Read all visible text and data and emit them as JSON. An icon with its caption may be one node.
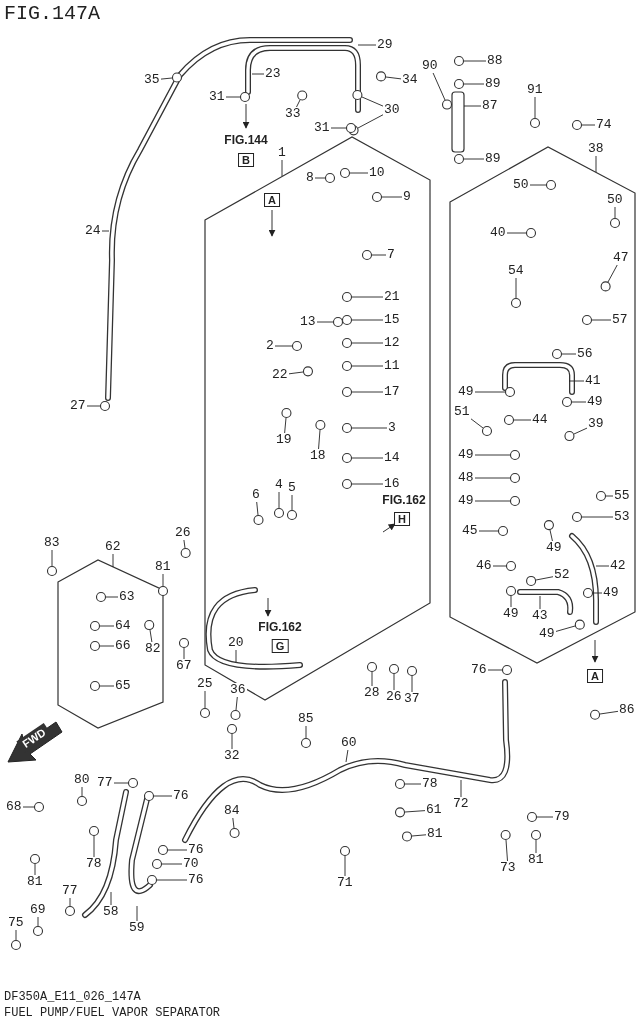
{
  "diagram": {
    "title": "FIG.147A",
    "caption": "FUEL PUMP/FUEL VAPOR SEPARATOR",
    "nodes": [
      {
        "text": [
          "29"
        ]
      },
      {
        "text": [
          "88"
        ]
      },
      {
        "text": [
          "90"
        ]
      },
      {
        "text": [
          "35"
        ]
      },
      {
        "text": [
          "23"
        ]
      },
      {
        "text": [
          "34"
        ]
      },
      {
        "text": [
          "89"
        ]
      },
      {
        "text": [
          "31"
        ]
      },
      {
        "text": [
          "30"
        ]
      },
      {
        "text": [
          "91"
        ]
      },
      {
        "text": [
          "87"
        ]
      },
      {
        "text": [
          "33"
        ]
      },
      {
        "text": [
          "31"
        ]
      },
      {
        "text": [
          "74"
        ]
      },
      {
        "text": [
          "1"
        ]
      },
      {
        "text": [
          "38"
        ]
      },
      {
        "text": [
          "89"
        ]
      },
      {
        "text": [
          "8"
        ]
      },
      {
        "text": [
          "10"
        ]
      },
      {
        "text": [
          "50"
        ]
      },
      {
        "text": [
          "9"
        ]
      },
      {
        "text": [
          "50"
        ]
      },
      {
        "text": [
          "24"
        ]
      },
      {
        "text": [
          "40"
        ]
      },
      {
        "text": [
          "7"
        ]
      },
      {
        "text": [
          "47"
        ]
      },
      {
        "text": [
          "54"
        ]
      },
      {
        "text": [
          "21"
        ]
      },
      {
        "text": [
          "57"
        ]
      },
      {
        "text": [
          "15"
        ]
      },
      {
        "text": [
          "13"
        ]
      },
      {
        "text": [
          "12"
        ]
      },
      {
        "text": [
          "2"
        ]
      },
      {
        "text": [
          "56"
        ]
      },
      {
        "text": [
          "11"
        ]
      },
      {
        "text": [
          "22"
        ]
      },
      {
        "text": [
          "17"
        ]
      },
      {
        "text": [
          "41"
        ]
      },
      {
        "text": [
          "49"
        ]
      },
      {
        "text": [
          "49"
        ]
      },
      {
        "text": [
          "27"
        ]
      },
      {
        "text": [
          "51"
        ]
      },
      {
        "text": [
          "44"
        ]
      },
      {
        "text": [
          "39"
        ]
      },
      {
        "text": [
          "3"
        ]
      },
      {
        "text": [
          "19"
        ]
      },
      {
        "text": [
          "18"
        ]
      },
      {
        "text": [
          "49"
        ]
      },
      {
        "text": [
          "14"
        ]
      },
      {
        "text": [
          "48"
        ]
      },
      {
        "text": [
          "16"
        ]
      },
      {
        "text": [
          "4"
        ]
      },
      {
        "text": [
          "5"
        ]
      },
      {
        "text": [
          "6"
        ]
      },
      {
        "text": [
          "49"
        ]
      },
      {
        "text": [
          "55"
        ]
      },
      {
        "text": [
          "53"
        ]
      },
      {
        "text": [
          "45"
        ]
      },
      {
        "text": [
          "26"
        ]
      },
      {
        "text": [
          "83"
        ]
      },
      {
        "text": [
          "62"
        ]
      },
      {
        "text": [
          "49"
        ]
      },
      {
        "text": [
          "46"
        ]
      },
      {
        "text": [
          "81"
        ]
      },
      {
        "text": [
          "42"
        ]
      },
      {
        "text": [
          "52"
        ]
      },
      {
        "text": [
          "49"
        ]
      },
      {
        "text": [
          "63"
        ]
      },
      {
        "text": [
          "49"
        ]
      },
      {
        "text": [
          "43"
        ]
      },
      {
        "text": [
          "64"
        ]
      },
      {
        "text": [
          "49"
        ]
      },
      {
        "text": [
          "20"
        ]
      },
      {
        "text": [
          "66"
        ]
      },
      {
        "text": [
          "82"
        ]
      },
      {
        "text": [
          "67"
        ]
      },
      {
        "text": [
          "76"
        ]
      },
      {
        "text": [
          "65"
        ]
      },
      {
        "text": [
          "25"
        ]
      },
      {
        "text": [
          "28"
        ]
      },
      {
        "text": [
          "36"
        ]
      },
      {
        "text": [
          "26"
        ]
      },
      {
        "text": [
          "86"
        ]
      },
      {
        "text": [
          "37"
        ]
      },
      {
        "text": [
          "85"
        ]
      },
      {
        "text": [
          "60"
        ]
      },
      {
        "text": [
          "32"
        ]
      },
      {
        "text": [
          "80"
        ]
      },
      {
        "text": [
          "77"
        ]
      },
      {
        "text": [
          "78"
        ]
      },
      {
        "text": [
          "76"
        ]
      },
      {
        "text": [
          "72"
        ]
      },
      {
        "text": [
          "61"
        ]
      },
      {
        "text": [
          "68"
        ]
      },
      {
        "text": [
          "84"
        ]
      },
      {
        "text": [
          "79"
        ]
      },
      {
        "text": [
          "81"
        ]
      },
      {
        "text": [
          "76"
        ]
      },
      {
        "text": [
          "81"
        ]
      },
      {
        "text": [
          "78"
        ]
      },
      {
        "text": [
          "70"
        ]
      },
      {
        "text": [
          "73"
        ]
      },
      {
        "text": [
          "76"
        ]
      },
      {
        "text": [
          "81"
        ]
      },
      {
        "text": [
          "71"
        ]
      },
      {
        "text": [
          "77"
        ]
      },
      {
        "text": [
          "58"
        ]
      },
      {
        "text": [
          "69"
        ]
      },
      {
        "text": [
          "59"
        ]
      },
      {
        "text": [
          "75"
        ]
      }
    ],
    "edges": [
      {
        "from": 0,
        "to": null,
        "arrow": "none"
      },
      {
        "from": 1,
        "to": null,
        "arrow": "none"
      },
      {
        "from": 2,
        "to": null,
        "arrow": "none"
      },
      {
        "from": 3,
        "to": null,
        "arrow": "none"
      },
      {
        "from": 4,
        "to": null,
        "arrow": "none"
      },
      {
        "from": 5,
        "to": null,
        "arrow": "none"
      },
      {
        "from": 6,
        "to": null,
        "arrow": "none"
      },
      {
        "from": 7,
        "to": null,
        "arrow": "none"
      },
      {
        "from": 8,
        "to": null,
        "arrow": "none"
      },
      {
        "from": 8,
        "to": null,
        "arrow": "none"
      },
      {
        "from": 9,
        "to": null,
        "arrow": "none"
      },
      {
        "from": 10,
        "to": null,
        "arrow": "none"
      },
      {
        "from": 11,
        "to": null,
        "arrow": "none"
      },
      {
        "from": 12,
        "to": null,
        "arrow": "none"
      },
      {
        "from": 13,
        "to": null,
        "arrow": "none"
      },
      {
        "from": 14,
        "to": null,
        "arrow": "none"
      },
      {
        "from": 15,
        "to": null,
        "arrow": "none"
      },
      {
        "from": 16,
        "to": null,
        "arrow": "none"
      },
      {
        "from": 17,
        "to": null,
        "arrow": "none"
      },
      {
        "from": 18,
        "to": null,
        "arrow": "none"
      },
      {
        "from": 19,
        "to": null,
        "arrow": "none"
      },
      {
        "from": 20,
        "to": null,
        "arrow": "none"
      },
      {
        "from": 21,
        "to": null,
        "arrow": "none"
      },
      {
        "from": 22,
        "to": null,
        "arrow": "none"
      },
      {
        "from": 23,
        "to": null,
        "arrow": "none"
      },
      {
        "from": 24,
        "to": null,
        "arrow": "none"
      },
      {
        "from": 25,
        "to": null,
        "arrow": "none"
      },
      {
        "from": 26,
        "to": null,
        "arrow": "none"
      },
      {
        "from": 27,
        "to": null,
        "arrow": "none"
      },
      {
        "from": 28,
        "to": null,
        "arrow": "none"
      },
      {
        "from": 29,
        "to": null,
        "arrow": "none"
      },
      {
        "from": 30,
        "to": null,
        "arrow": "none"
      },
      {
        "from": 31,
        "to": null,
        "arrow": "none"
      },
      {
        "from": 32,
        "to": null,
        "arrow": "none"
      },
      {
        "from": 33,
        "to": null,
        "arrow": "none"
      },
      {
        "from": 34,
        "to": null,
        "arrow": "none"
      },
      {
        "from": 35,
        "to": null,
        "arrow": "none"
      },
      {
        "from": 36,
        "to": null,
        "arrow": "none"
      },
      {
        "from": 37,
        "to": null,
        "arrow": "none"
      },
      {
        "from": 38,
        "to": null,
        "arrow": "none"
      },
      {
        "from": 39,
        "to": null,
        "arrow": "none"
      },
      {
        "from": 40,
        "to": null,
        "arrow": "none"
      },
      {
        "from": 41,
        "to": null,
        "arrow": "none"
      },
      {
        "from": 42,
        "to": null,
        "arrow": "none"
      },
      {
        "from": 43,
        "to": null,
        "arrow": "none"
      },
      {
        "from": 44,
        "to": null,
        "arrow": "none"
      },
      {
        "from": 45,
        "to": null,
        "arrow": "none"
      },
      {
        "from": 46,
        "to": null,
        "arrow": "none"
      },
      {
        "from": 47,
        "to": null,
        "arrow": "none"
      },
      {
        "from": 48,
        "to": null,
        "arrow": "none"
      },
      {
        "from": 49,
        "to": null,
        "arrow": "none"
      },
      {
        "from": 50,
        "to": null,
        "arrow": "none"
      },
      {
        "from": 51,
        "to": null,
        "arrow": "none"
      },
      {
        "from": 52,
        "to": null,
        "arrow": "none"
      },
      {
        "from": 53,
        "to": null,
        "arrow": "none"
      },
      {
        "from": 54,
        "to": null,
        "arrow": "none"
      },
      {
        "from": 55,
        "to": null,
        "arrow": "none"
      },
      {
        "from": 56,
        "to": null,
        "arrow": "none"
      },
      {
        "from": 57,
        "to": null,
        "arrow": "none"
      },
      {
        "from": 58,
        "to": null,
        "arrow": "none"
      },
      {
        "from": 59,
        "to": null,
        "arrow": "none"
      },
      {
        "from": 60,
        "to": null,
        "arrow": "none"
      },
      {
        "from": 61,
        "to": null,
        "arrow": "none"
      },
      {
        "from": 62,
        "to": null,
        "arrow": "none"
      },
      {
        "from": 63,
        "to": null,
        "arrow": "none"
      },
      {
        "from": 64,
        "to": null,
        "arrow": "none"
      },
      {
        "from": 65,
        "to": null,
        "arrow": "none"
      },
      {
        "from": 66,
        "to": null,
        "arrow": "none"
      },
      {
        "from": 67,
        "to": null,
        "arrow": "none"
      },
      {
        "from": 68,
        "to": null,
        "arrow": "none"
      },
      {
        "from": 69,
        "to": null,
        "arrow": "none"
      },
      {
        "from": 70,
        "to": null,
        "arrow": "none"
      },
      {
        "from": 71,
        "to": null,
        "arrow": "none"
      },
      {
        "from": 72,
        "to": null,
        "arrow": "none"
      },
      {
        "from": 73,
        "to": null,
        "arrow": "none"
      },
      {
        "from": 74,
        "to": null,
        "arrow": "none"
      },
      {
        "from": 75,
        "to": null,
        "arrow": "none"
      },
      {
        "from": 76,
        "to": null,
        "arrow": "none"
      },
      {
        "from": 77,
        "to": null,
        "arrow": "none"
      },
      {
        "from": 78,
        "to": null,
        "arrow": "none"
      },
      {
        "from": 79,
        "to": null,
        "arrow": "none"
      },
      {
        "from": 80,
        "to": null,
        "arrow": "none"
      },
      {
        "from": 81,
        "to": null,
        "arrow": "none"
      },
      {
        "from": 82,
        "to": null,
        "arrow": "none"
      },
      {
        "from": 83,
        "to": null,
        "arrow": "none"
      },
      {
        "from": 84,
        "to": null,
        "arrow": "none"
      },
      {
        "from": 85,
        "to": null,
        "arrow": "none"
      },
      {
        "from": 86,
        "to": null,
        "arrow": "none"
      },
      {
        "from": 87,
        "to": null,
        "arrow": "none"
      },
      {
        "from": 88,
        "to": null,
        "arrow": "none"
      },
      {
        "from": 89,
        "to": null,
        "arrow": "none"
      },
      {
        "from": 90,
        "to": null,
        "arrow": "none"
      },
      {
        "from": 91,
        "to": null,
        "arrow": "none"
      },
      {
        "from": 92,
        "to": null,
        "arrow": "none"
      },
      {
        "from": 93,
        "to": null,
        "arrow": "none"
      },
      {
        "from": 94,
        "to": null,
        "arrow": "none"
      },
      {
        "from": 95,
        "to": null,
        "arrow": "none"
      },
      {
        "from": 96,
        "to": null,
        "arrow": "none"
      },
      {
        "from": 97,
        "to": null,
        "arrow": "none"
      },
      {
        "from": 98,
        "to": null,
        "arrow": "none"
      },
      {
        "from": 99,
        "to": null,
        "arrow": "none"
      },
      {
        "from": 100,
        "to": null,
        "arrow": "none"
      },
      {
        "from": 101,
        "to": null,
        "arrow": "none"
      },
      {
        "from": 102,
        "to": null,
        "arrow": "none"
      },
      {
        "from": 103,
        "to": null,
        "arrow": "none"
      },
      {
        "from": 104,
        "to": null,
        "arrow": "none"
      },
      {
        "from": 105,
        "to": null,
        "arrow": "none"
      },
      {
        "from": 106,
        "to": null,
        "arrow": "none"
      },
      {
        "from": 107,
        "to": null,
        "arrow": "none"
      },
      {
        "from": 108,
        "to": null,
        "arrow": "none"
      },
      {
        "from": 109,
        "to": null,
        "arrow": "none"
      }
    ],
    "labels": [
      "FIG.144",
      "B",
      "A",
      "FIG.162",
      "H",
      "FIG.162",
      "G",
      "FWD",
      "A",
      "DF350A_E11_026_147A"
    ]
  }
}
